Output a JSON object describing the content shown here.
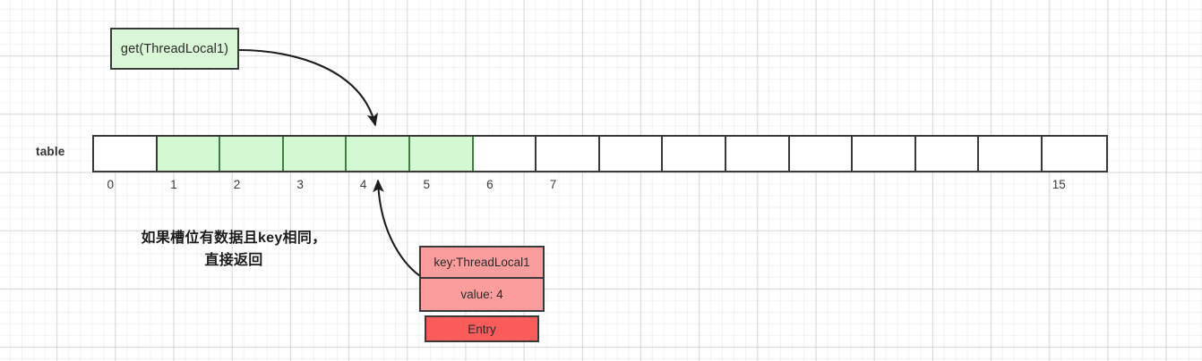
{
  "diagram": {
    "title_box": {
      "label": "get(ThreadLocal1)"
    },
    "table": {
      "label": "table",
      "slot_count": 16,
      "filled_slots": [
        1,
        2,
        3,
        4,
        5
      ],
      "index_labels": [
        "0",
        "1",
        "2",
        "3",
        "4",
        "5",
        "6",
        "7",
        "15"
      ],
      "index_label_slots": [
        0,
        1,
        2,
        3,
        4,
        5,
        6,
        7,
        15
      ]
    },
    "note": {
      "line1": "如果槽位有数据且key相同，",
      "line2": "直接返回"
    },
    "entry": {
      "key_label": "key:ThreadLocal1",
      "value_label": "value: 4",
      "type_label": "Entry"
    },
    "arrows": [
      {
        "name": "call-to-slot-arrow",
        "from": "get(ThreadLocal1)",
        "to": "slot 4"
      },
      {
        "name": "entry-to-slot-arrow",
        "from": "Entry",
        "to": "slot 4"
      }
    ],
    "colors": {
      "green_fill": "#d3f8d2",
      "green_border": "#3f8040",
      "salmon_fill": "#fb9d9d",
      "red_fill": "#fa5b5b",
      "stroke": "#3a3a3a",
      "grid": "#c8c8cc"
    }
  }
}
